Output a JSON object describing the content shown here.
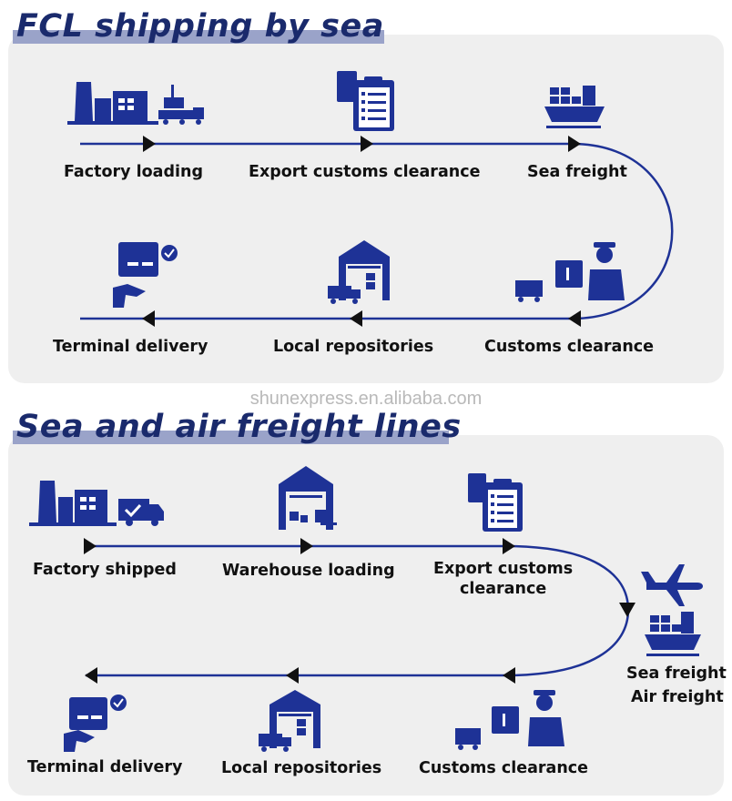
{
  "section1": {
    "title": "FCL shipping by sea",
    "steps": {
      "factory_loading": "Factory loading",
      "export_customs": "Export customs clearance",
      "sea_freight": "Sea freight",
      "customs_clearance": "Customs clearance",
      "local_repositories": "Local repositories",
      "terminal_delivery": "Terminal delivery"
    }
  },
  "watermark": "shunexpress.en.alibaba.com",
  "section2": {
    "title": "Sea and air freight lines",
    "steps": {
      "factory_shipped": "Factory shipped",
      "warehouse_loading": "Warehouse loading",
      "export_customs_line1": "Export customs",
      "export_customs_line2": "clearance",
      "sea_freight": "Sea freight",
      "air_freight": "Air freight",
      "customs_clearance": "Customs clearance",
      "local_repositories": "Local repositories",
      "terminal_delivery": "Terminal delivery"
    }
  },
  "colors": {
    "icon": "#1e3296",
    "line": "#1e3296",
    "title": "#1a2a6c",
    "title_bar": "#9aa3c9",
    "panel": "#efefef"
  }
}
